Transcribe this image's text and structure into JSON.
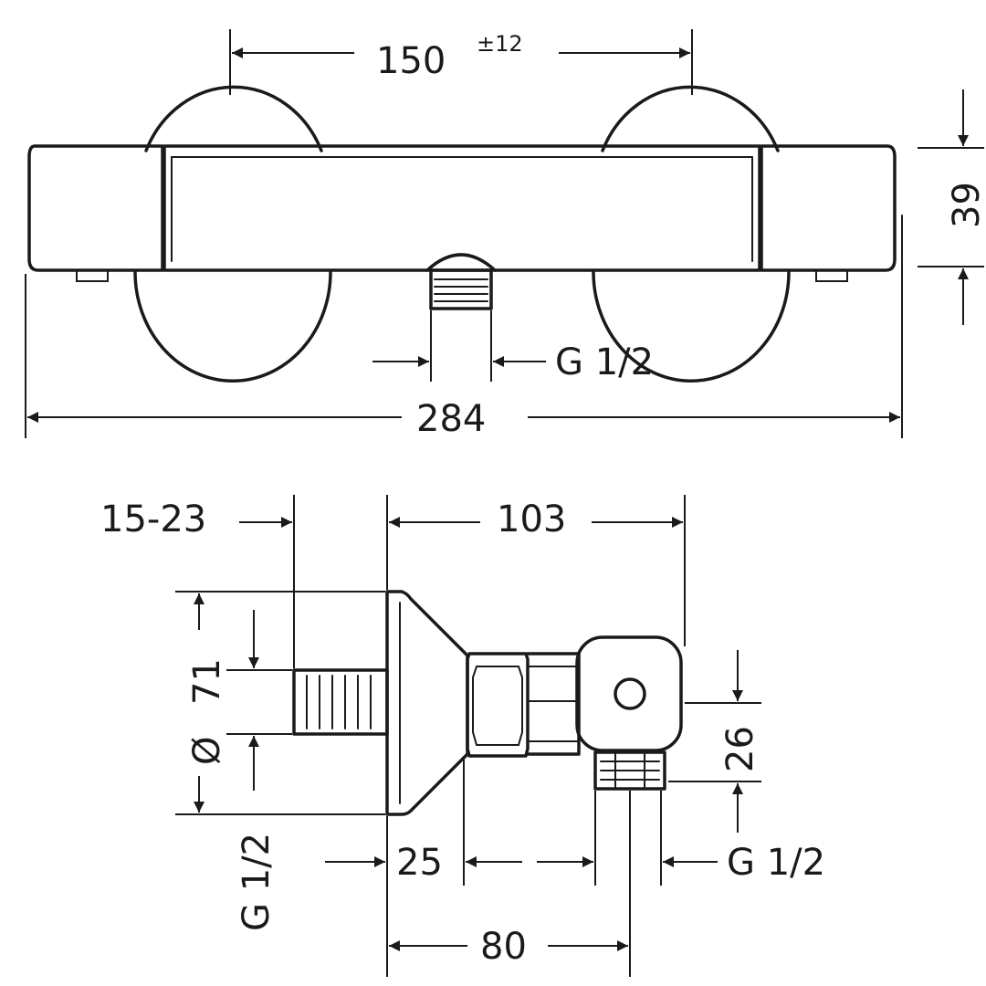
{
  "drawing": {
    "front_view": {
      "center_distance": "150",
      "center_tolerance": "±12",
      "height": "39",
      "outlet_thread": "G 1/2",
      "overall_width": "284"
    },
    "side_view": {
      "eccentric_range": "15-23",
      "projection": "103",
      "rosette_diameter_symbol": "Ø",
      "rosette_diameter": "71",
      "inlet_thread": "G 1/2",
      "rosette_depth": "25",
      "outlet_offset": "26",
      "outlet_thread": "G 1/2",
      "outlet_distance": "80"
    }
  }
}
